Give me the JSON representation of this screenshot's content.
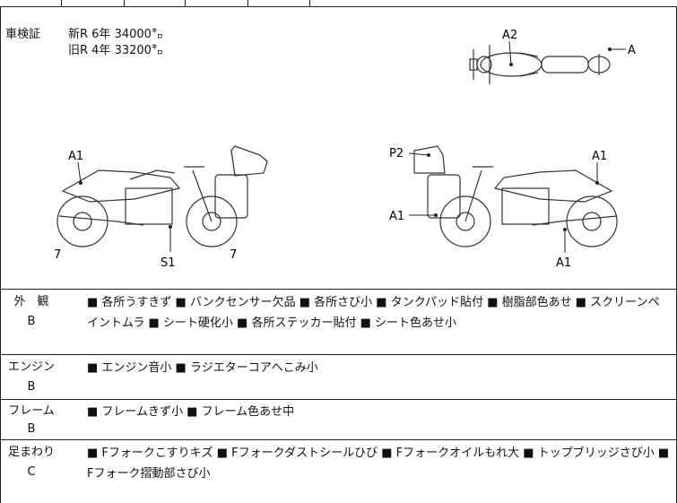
{
  "registration": {
    "label": "車検証",
    "line1": "新R  6年  34000㌔",
    "line2": "旧R  4年  33200㌔"
  },
  "diagram_labels": {
    "top_view": [
      "A2",
      "A"
    ],
    "left_view": [
      "A1",
      "7",
      "S1",
      "7"
    ],
    "right_view": [
      "P2",
      "A1",
      "A1",
      "A1"
    ]
  },
  "sections": [
    {
      "title": "外　観",
      "grade": "B",
      "text": "■ 各所うすきず ■ バンクセンサー欠品 ■ 各所さび小 ■ タンクパッド貼付 ■ 樹脂部色あせ ■ スクリーンペイントムラ ■ シート硬化小 ■ 各所ステッカー貼付 ■ シート色あせ小"
    },
    {
      "title": "エンジン",
      "grade": "B",
      "text": "■ エンジン音小 ■ ラジエターコアへこみ小"
    },
    {
      "title": "フレーム",
      "grade": "B",
      "text": "■ フレームきず小 ■ フレーム色あせ中"
    },
    {
      "title": "足まわり",
      "grade": "C",
      "text": "■ Fフォークこすりキズ ■ Fフォークダストシールひび ■ Fフォークオイルもれ大 ■ トップブリッジさび小 ■ Fフォーク摺動部さび小"
    }
  ]
}
